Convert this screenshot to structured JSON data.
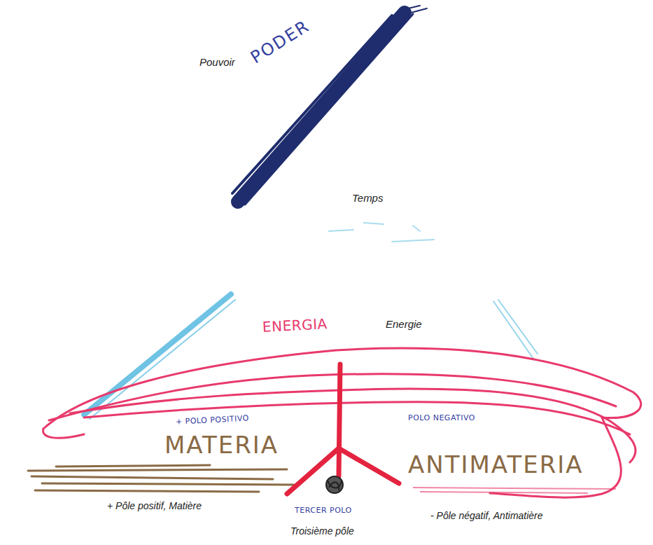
{
  "diagram": {
    "labels": [
      "Pouvoir",
      "PODER",
      "Temps",
      "ENERGIA",
      "Energie",
      "+ POLO POSITIVO",
      "MATERIA",
      "POLO NEGATIVO",
      "ANTIMATERIA",
      "TERCER POLO",
      "+ Pôle positif, Matière",
      "- Pôle négatif, Antimatière",
      "Troisième pôle"
    ]
  }
}
